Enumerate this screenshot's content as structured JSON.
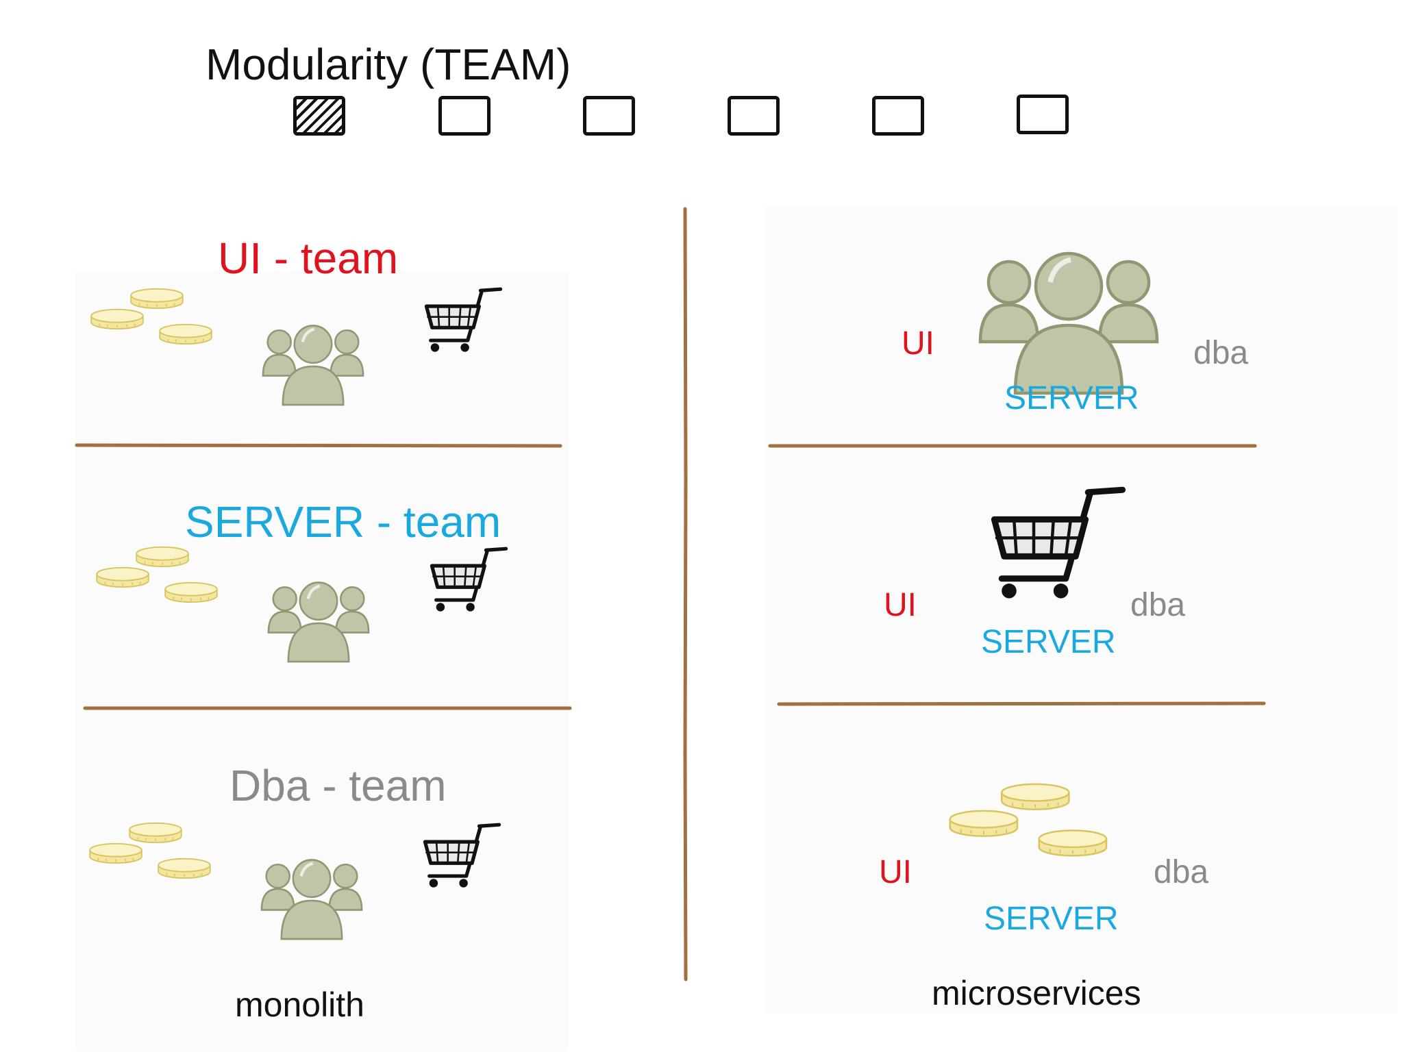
{
  "title": "Modularity (TEAM)",
  "scale": {
    "count": 6,
    "selected": 1
  },
  "monolith": {
    "caption": "monolith",
    "teams": [
      {
        "label": "UI - team",
        "color": "#e0121e"
      },
      {
        "label": "SERVER - team",
        "color": "#1aa9df"
      },
      {
        "label": "Dba - team",
        "color": "#8a8a8a"
      }
    ]
  },
  "microservices": {
    "caption": "microservices",
    "labels": {
      "ui": "UI",
      "server": "SERVER",
      "dba": "dba"
    },
    "services": [
      {
        "icon": "team-icon"
      },
      {
        "icon": "cart-icon"
      },
      {
        "icon": "coins-icon"
      }
    ]
  },
  "colors": {
    "ui": "#e0121e",
    "server": "#1aa9df",
    "dba": "#8a8a8a",
    "divider": "#a0703f",
    "team": "#a6b38a",
    "coin": "#f5e9a0"
  }
}
